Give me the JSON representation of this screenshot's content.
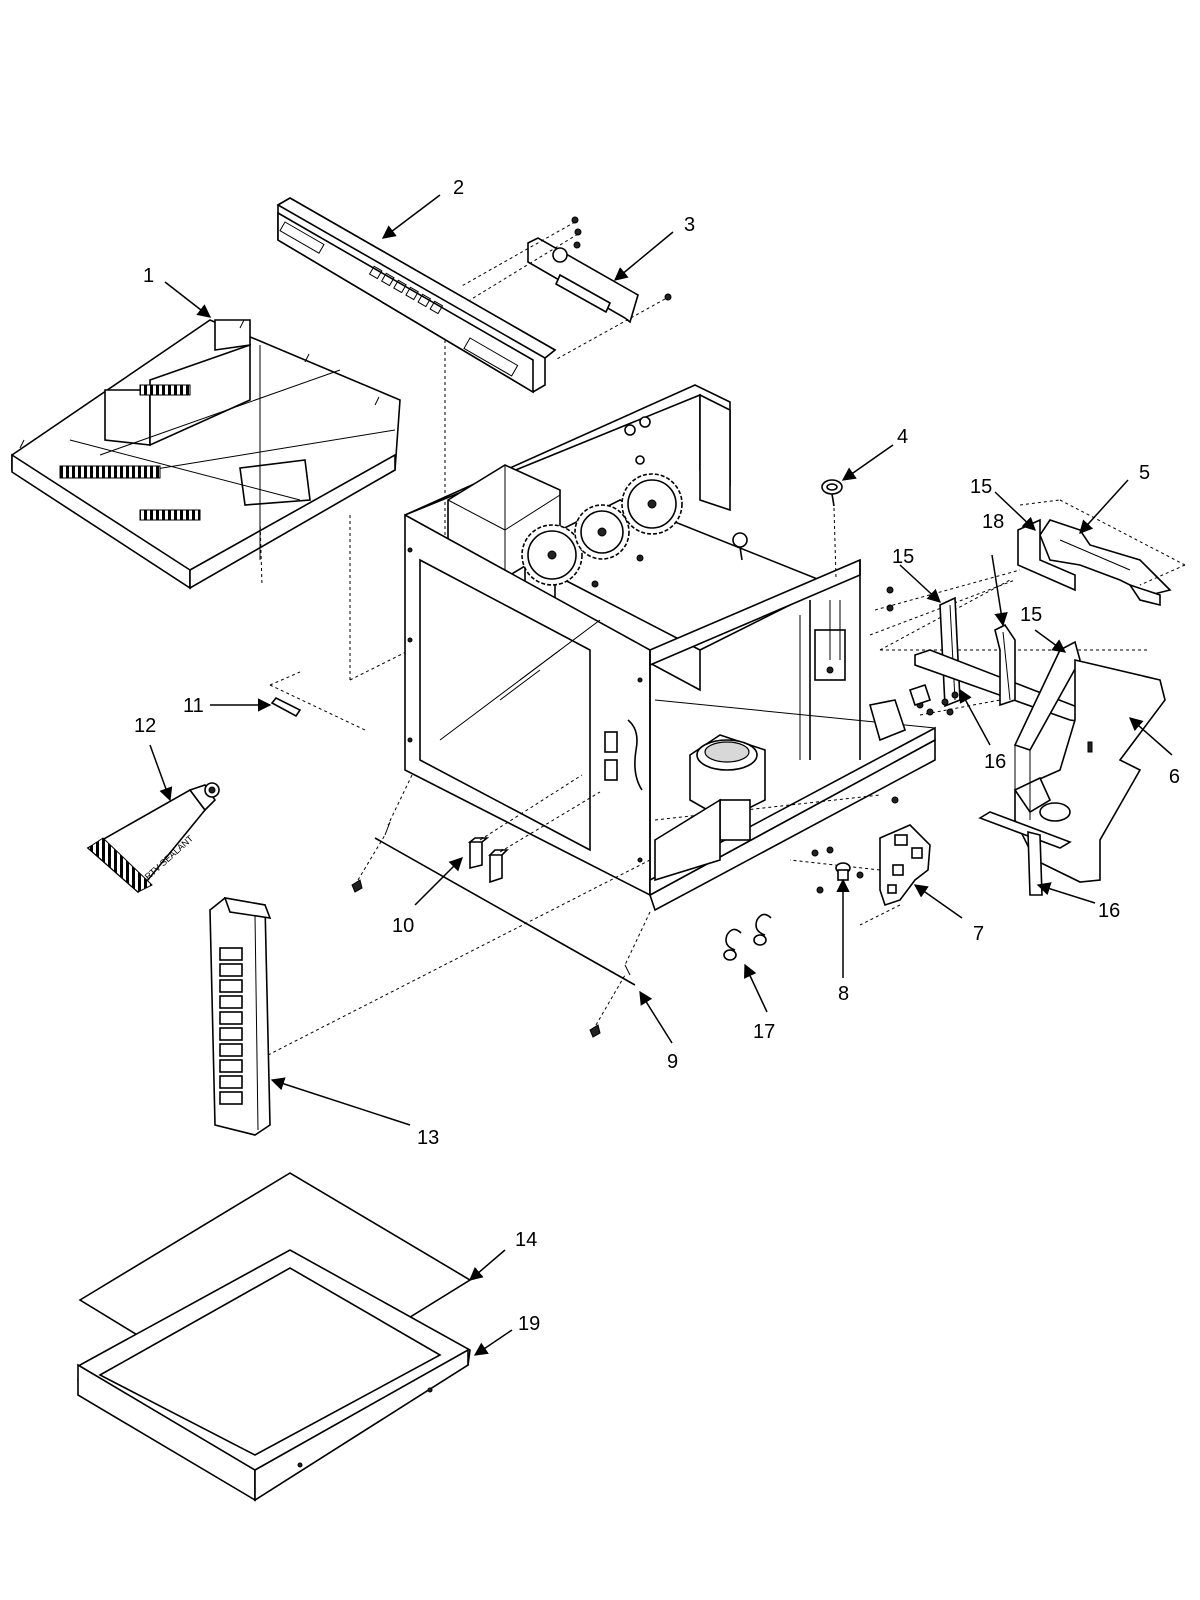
{
  "callouts": {
    "c1": "1",
    "c2": "2",
    "c3": "3",
    "c4": "4",
    "c5": "5",
    "c6": "6",
    "c7": "7",
    "c8": "8",
    "c9": "9",
    "c10": "10",
    "c11": "11",
    "c12": "12",
    "c13": "13",
    "c14": "14",
    "c15a": "15",
    "c15b": "15",
    "c15c": "15",
    "c16a": "16",
    "c16b": "16",
    "c17": "17",
    "c18": "18",
    "c19": "19"
  },
  "sealant_label": "RTV SEALANT"
}
